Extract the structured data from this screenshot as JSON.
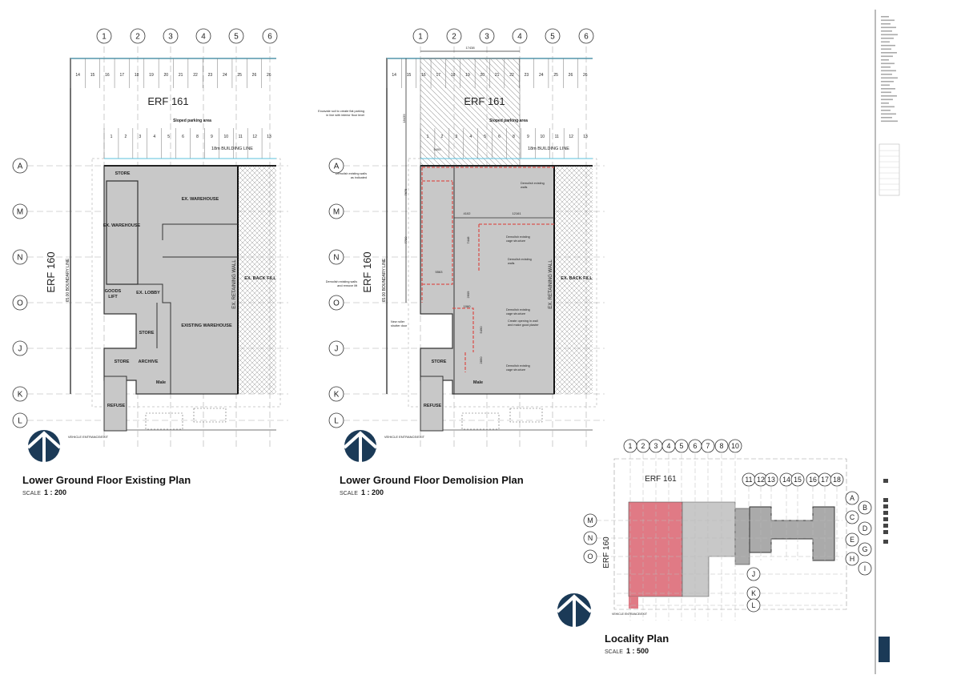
{
  "colors": {
    "building_fill": "#c8c8c8",
    "demolish_red": "#d9534f",
    "locality_pink": "#e07a85",
    "parking_line": "#5bc0de",
    "logo": "#1b3a57"
  },
  "plans": [
    {
      "title": "Lower Ground Floor Existing Plan",
      "scale_label": "SCALE",
      "scale": "1 : 200",
      "columns": [
        "1",
        "2",
        "3",
        "4",
        "5",
        "6"
      ],
      "rows": [
        "A",
        "M",
        "N",
        "O",
        "J",
        "K",
        "L"
      ],
      "parking_top": [
        "14",
        "15",
        "16",
        "17",
        "18",
        "19",
        "20",
        "21",
        "22",
        "23",
        "24",
        "25",
        "26",
        "26"
      ],
      "parking_bottom": [
        "1",
        "2",
        "3",
        "4",
        "5",
        "6",
        "8",
        "9",
        "10",
        "11",
        "12",
        "13"
      ],
      "erf_north": "ERF 161",
      "erf_west": "ERF 160",
      "sloped": "Sloped parking area",
      "building_line": "18m BUILDING LINE",
      "boundary": "65.00 BOUNDARY LINE",
      "vehicle": "VEHICLE ENTRANCE/EXIT",
      "retaining": "EX. RETAINING WALL",
      "backfill": "EX. BACK FILL",
      "rooms": [
        "STORE",
        "EX. WAREHOUSE",
        "EX. WAREHOUSE",
        "GOODS",
        "LIFT",
        "EX. LOBBY",
        "STORE",
        "EXISTING WAREHOUSE",
        "STORE",
        "ARCHIVE",
        "Male",
        "REFUSE"
      ]
    },
    {
      "title": "Lower Ground Floor Demolision Plan",
      "scale_label": "SCALE",
      "scale": "1 : 200",
      "columns": [
        "1",
        "2",
        "3",
        "4",
        "5",
        "6"
      ],
      "rows": [
        "A",
        "M",
        "N",
        "O",
        "J",
        "K",
        "L"
      ],
      "parking_top": [
        "14",
        "15",
        "16",
        "17",
        "18",
        "19",
        "20",
        "21",
        "22",
        "23",
        "24",
        "25",
        "26",
        "26"
      ],
      "parking_bottom": [
        "1",
        "2",
        "3",
        "4",
        "5",
        "6",
        "8",
        "9",
        "10",
        "11",
        "12",
        "13"
      ],
      "erf_north": "ERF 161",
      "erf_west": "ERF 160",
      "sloped": "Sloped parking area",
      "building_line": "18m BUILDING LINE",
      "boundary": "65.00 BOUNDARY LINE",
      "vehicle": "VEHICLE ENTRANCE/EXIT",
      "retaining": "EX. RETAINING WALL",
      "backfill": "EX. BACK FILL",
      "rooms": [
        "STORE",
        "Male",
        "REFUSE"
      ],
      "notes": [
        "Excavate soil to create flat parking in line with interior floor level",
        "Demolish existing walls as indicated",
        "Demolish existing walls",
        "Demolish existing cage structure",
        "Demolish existing walls",
        "Demolish existing walls and remove lift",
        "New roller shutter door",
        "Demolish existing cage structure",
        "Create opening in wall and make good plaster",
        "Demolish existing cage structure"
      ],
      "dimensions": [
        "17438",
        "18439",
        "5400",
        "4102",
        "12161",
        "7675",
        "7700",
        "7448",
        "5563",
        "2609",
        "1060",
        "5490",
        "2850"
      ]
    }
  ],
  "locality": {
    "title": "Locality Plan",
    "scale_label": "SCALE",
    "scale": "1 : 500",
    "erf_north": "ERF 161",
    "erf_west": "ERF 160",
    "columns_a": [
      "1",
      "2",
      "3",
      "4",
      "5",
      "6",
      "7",
      "8",
      "10"
    ],
    "columns_b": [
      "11",
      "12",
      "13",
      "14",
      "15",
      "16",
      "17",
      "18"
    ],
    "rows_left": [
      "M",
      "N",
      "O"
    ],
    "rows_right": [
      "A",
      "B",
      "C",
      "D",
      "E",
      "G",
      "H",
      "I"
    ],
    "rows_mid": [
      "J",
      "K",
      "L"
    ],
    "vehicle": "VEHICLE ENTRANCE/EXIT"
  }
}
